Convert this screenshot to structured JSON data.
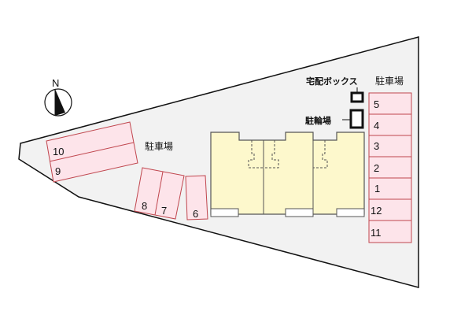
{
  "colors": {
    "site_fill": "#f2f2f2",
    "site_stroke": "#111111",
    "parking_fill": "#fde4ea",
    "parking_stroke": "#c0464e",
    "building_fill": "#fdf8cc",
    "building_stroke": "#555555"
  },
  "compass": {
    "label": "N"
  },
  "labels": {
    "parking_left": "駐車場",
    "parking_right": "駐車場",
    "delivery_box": "宅配ボックス",
    "bicycle_parking": "駐輪場"
  },
  "parking_spaces": {
    "left_pair": [
      "10",
      "9"
    ],
    "middle_pair": [
      "8",
      "7"
    ],
    "single": "6",
    "right_column": [
      "5",
      "4",
      "3",
      "2",
      "1",
      "12",
      "11"
    ]
  }
}
